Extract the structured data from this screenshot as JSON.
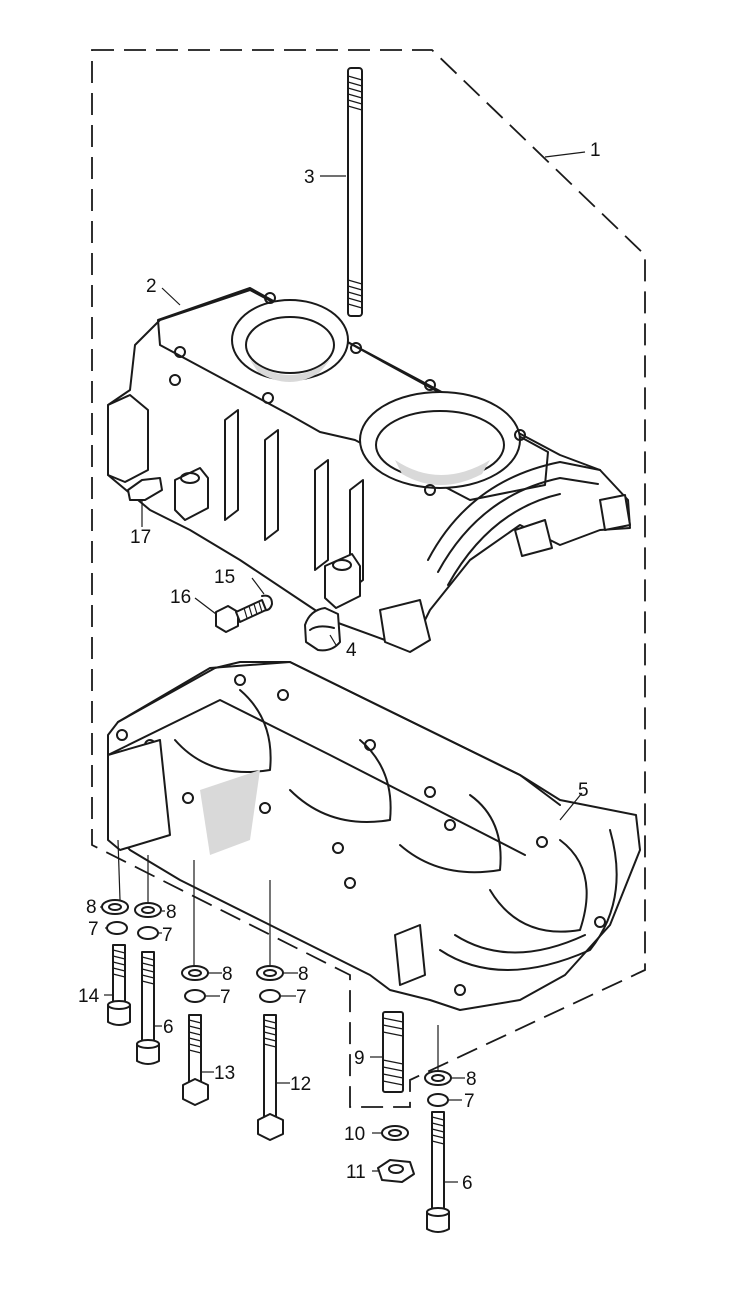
{
  "callouts": {
    "c1": "1",
    "c2": "2",
    "c3": "3",
    "c4": "4",
    "c5": "5",
    "c6a": "6",
    "c6b": "6",
    "c7a": "7",
    "c7b": "7",
    "c7c": "7",
    "c7d": "7",
    "c7e": "7",
    "c8a": "8",
    "c8b": "8",
    "c8c": "8",
    "c8d": "8",
    "c8e": "8",
    "c9": "9",
    "c10": "10",
    "c11": "11",
    "c12": "12",
    "c13": "13",
    "c14": "14",
    "c15": "15",
    "c16": "16",
    "c17": "17"
  },
  "colors": {
    "ink": "#1a1a1a",
    "background": "#ffffff"
  }
}
